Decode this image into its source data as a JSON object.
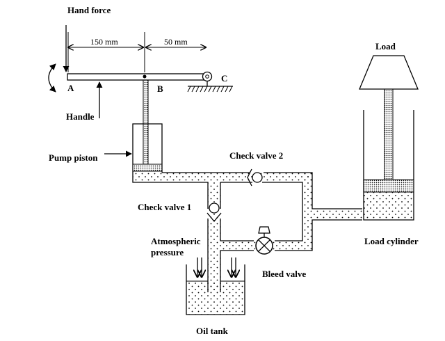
{
  "labels": {
    "hand_force": "Hand force",
    "dim_ab": "150 mm",
    "dim_bc": "50 mm",
    "point_a": "A",
    "point_b": "B",
    "point_c": "C",
    "handle": "Handle",
    "pump_piston": "Pump piston",
    "check_valve_2": "Check valve 2",
    "check_valve_1": "Check valve 1",
    "atmospheric_line1": "Atmospheric",
    "atmospheric_line2": "pressure",
    "bleed_valve": "Bleed valve",
    "oil_tank": "Oil tank",
    "load": "Load",
    "load_cylinder": "Load cylinder"
  }
}
